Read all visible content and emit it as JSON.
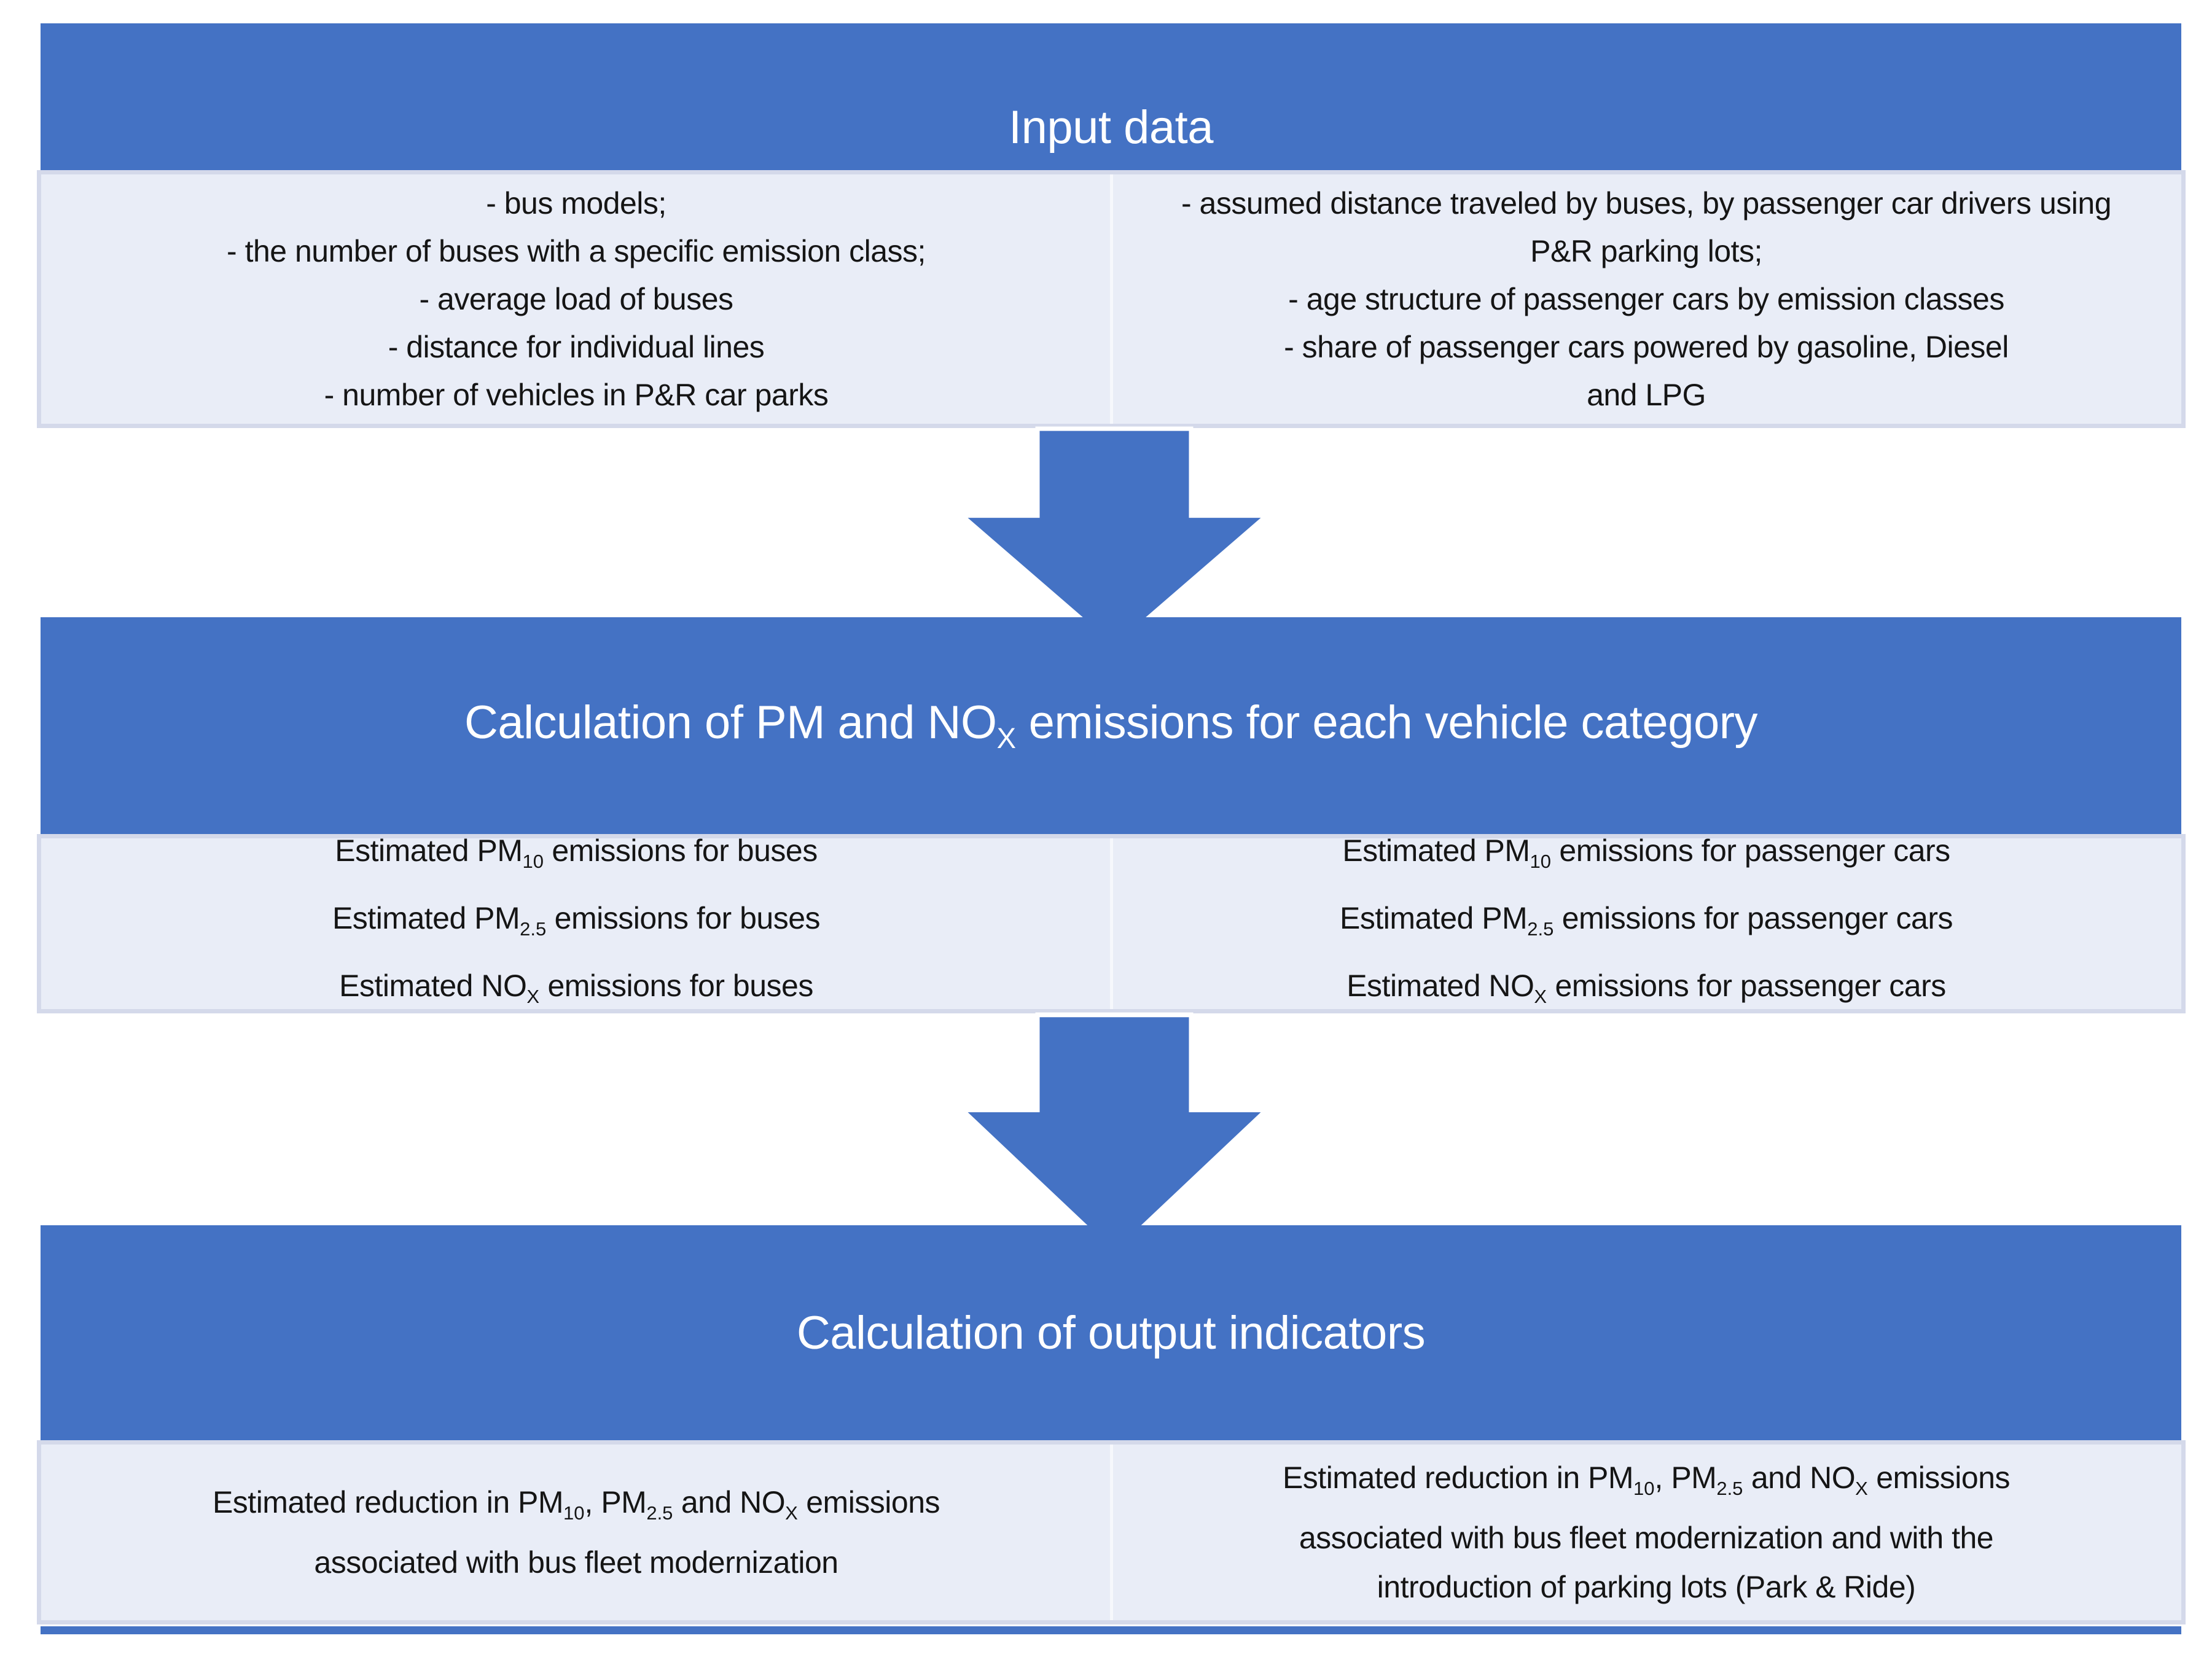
{
  "palette": {
    "blue": "#4472C4",
    "row_bg": "#E9EDF7",
    "row_border": "#D4D9EA",
    "divider": "#F6F8FC",
    "arrow_outline": "#FFFFFF",
    "text_dark": "#151515",
    "text_light": "#FFFFFF"
  },
  "blocks": {
    "input": {
      "title": "Input data",
      "left_lines": [
        "- bus models;",
        "- the number of buses with a specific emission class;",
        "- average load of buses",
        "- distance for individual lines",
        "- number of vehicles in P&R car parks"
      ],
      "right_lines": [
        "- assumed distance traveled by buses, by passenger car drivers using",
        "P&R parking lots;",
        "- age structure of passenger cars by emission classes",
        "- share of passenger cars powered by gasoline, Diesel",
        "and LPG"
      ]
    },
    "emissions": {
      "title": [
        {
          "t": "Calculation of PM and NO"
        },
        {
          "s": "X"
        },
        {
          "t": " emissions for each vehicle category"
        }
      ],
      "left_lines": [
        [
          {
            "t": "Estimated PM"
          },
          {
            "s": "10"
          },
          {
            "t": " emissions for buses"
          }
        ],
        [
          {
            "t": "Estimated PM"
          },
          {
            "s": "2.5"
          },
          {
            "t": " emissions for buses"
          }
        ],
        [
          {
            "t": "Estimated NO"
          },
          {
            "s": "X"
          },
          {
            "t": " emissions for buses"
          }
        ]
      ],
      "right_lines": [
        [
          {
            "t": "Estimated PM"
          },
          {
            "s": "10"
          },
          {
            "t": " emissions for passenger cars"
          }
        ],
        [
          {
            "t": "Estimated PM"
          },
          {
            "s": "2.5"
          },
          {
            "t": " emissions for passenger cars"
          }
        ],
        [
          {
            "t": "Estimated NO"
          },
          {
            "s": "X"
          },
          {
            "t": " emissions for passenger cars"
          }
        ]
      ]
    },
    "output": {
      "title": "Calculation of output indicators",
      "left_lines": [
        [
          {
            "t": "Estimated reduction in PM"
          },
          {
            "s": "10"
          },
          {
            "t": ", PM"
          },
          {
            "s": "2.5"
          },
          {
            "t": " and NO"
          },
          {
            "s": "X"
          },
          {
            "t": " emissions"
          }
        ],
        [
          {
            "t": "associated with bus fleet modernization"
          }
        ]
      ],
      "right_lines": [
        [
          {
            "t": "Estimated reduction in PM"
          },
          {
            "s": "10"
          },
          {
            "t": ", PM"
          },
          {
            "s": "2.5"
          },
          {
            "t": " and NO"
          },
          {
            "s": "X"
          },
          {
            "t": " emissions"
          }
        ],
        [
          {
            "t": "associated with bus fleet modernization and with the"
          }
        ],
        [
          {
            "t": "introduction of parking lots (Park & Ride)"
          }
        ]
      ]
    }
  }
}
